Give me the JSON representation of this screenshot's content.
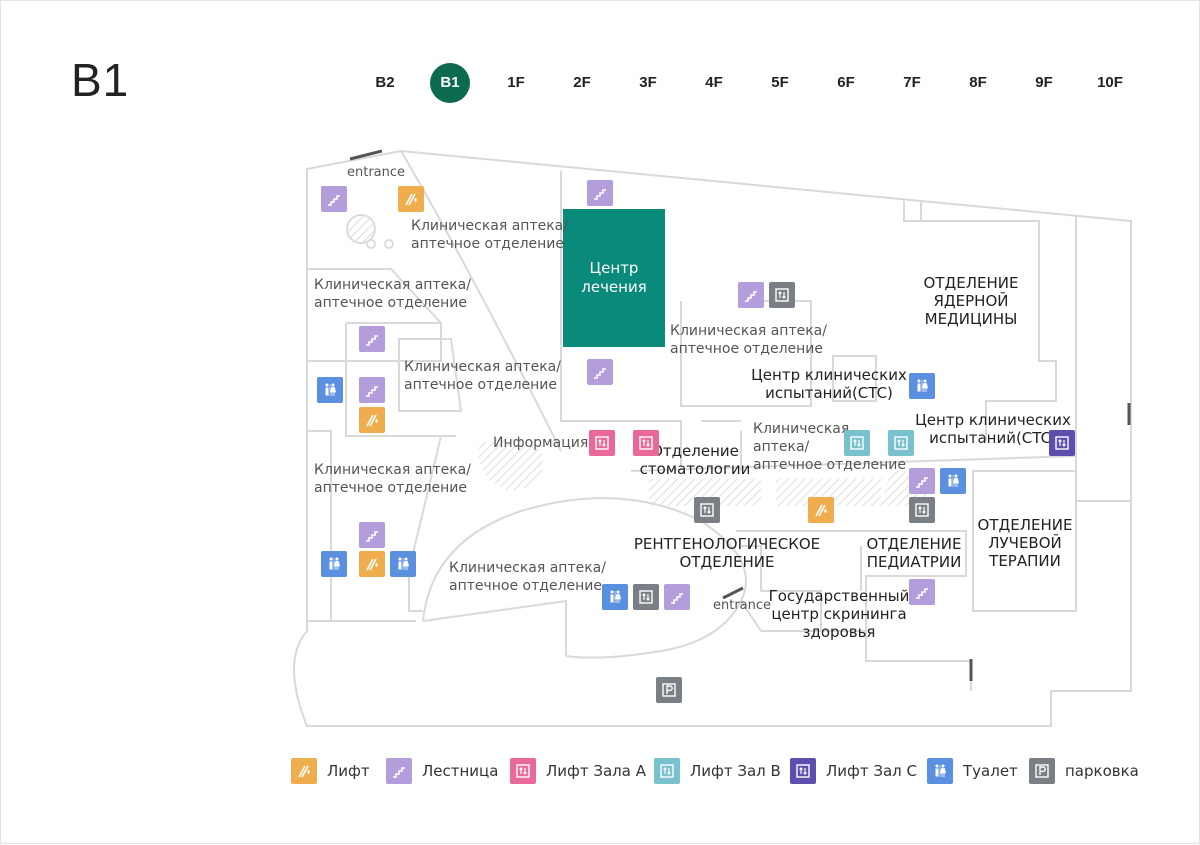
{
  "floor_title": "B1",
  "floors": [
    "B2",
    "B1",
    "1F",
    "2F",
    "3F",
    "4F",
    "5F",
    "6F",
    "7F",
    "8F",
    "9F",
    "10F"
  ],
  "active_floor": "B1",
  "colors": {
    "accent": "#0c6a4f",
    "treatment_center": "#0a8a7a",
    "elevator": "#f0ad4e",
    "stairs": "#b39ddb",
    "elevator_a": "#e9699a",
    "elevator_b": "#79c1cc",
    "elevator_c": "#5e4fae",
    "toilet": "#5b8fe0",
    "parking": "#7a7f86"
  },
  "labels": {
    "entrance_top": "entrance",
    "entrance_bottom": "entrance",
    "pharmacy_1_line1": "Клиническая аптека/",
    "pharmacy_1_line2": "аптечное отделение",
    "pharmacy_2_line1": "Клиническая аптека/",
    "pharmacy_2_line2": "аптечное отделение",
    "pharmacy_3_line1": "Клиническая аптека/",
    "pharmacy_3_line2": "аптечное отделение",
    "pharmacy_4_line1": "Клиническая аптека/",
    "pharmacy_4_line2": "аптечное отделение",
    "pharmacy_5_line1": "Клиническая аптека/",
    "pharmacy_5_line2": "аптечное отделение",
    "pharmacy_6_line1": "Клиническая аптека/",
    "pharmacy_6_line2": "аптечное отделение",
    "pharmacy_7_line1": "Клиническая",
    "pharmacy_7_line2": "аптека/",
    "pharmacy_7_line3": "аптечное отделение",
    "treatment_line1": "Центр",
    "treatment_line2": "лечения",
    "nuclear_line1": "ОТДЕЛЕНИЕ",
    "nuclear_line2": "ЯДЕРНОЙ",
    "nuclear_line3": "МЕДИЦИНЫ",
    "ctc_1_line1": "Центр клинических",
    "ctc_1_line2": "испытаний(CTC)",
    "ctc_2_line1": "Центр клинических",
    "ctc_2_line2": "испытаний(CTC)",
    "info": "Информация",
    "dental_line1": "Отделение",
    "dental_line2": "стоматологии",
    "radiology_line1": "РЕНТГЕНОЛОГИЧЕСКОЕ",
    "radiology_line2": "ОТДЕЛЕНИЕ",
    "pediatrics_line1": "ОТДЕЛЕНИЕ",
    "pediatrics_line2": "ПЕДИАТРИИ",
    "radiotherapy_line1": "ОТДЕЛЕНИЕ",
    "radiotherapy_line2": "ЛУЧЕВОЙ",
    "radiotherapy_line3": "ТЕРАПИИ",
    "screening_line1": "Государственный",
    "screening_line2": "центр скрининга",
    "screening_line3": "здоровья"
  },
  "legend": [
    {
      "icon": "elevator-icon",
      "label": "Лифт"
    },
    {
      "icon": "stairs-icon",
      "label": "Лестница"
    },
    {
      "icon": "elevator-a-icon",
      "label": "Лифт Зала A"
    },
    {
      "icon": "elevator-b-icon",
      "label": "Лифт Зал B"
    },
    {
      "icon": "elevator-c-icon",
      "label": "Лифт Зал C"
    },
    {
      "icon": "toilet-icon",
      "label": "Туалет"
    },
    {
      "icon": "parking-icon",
      "label": "парковка"
    }
  ]
}
